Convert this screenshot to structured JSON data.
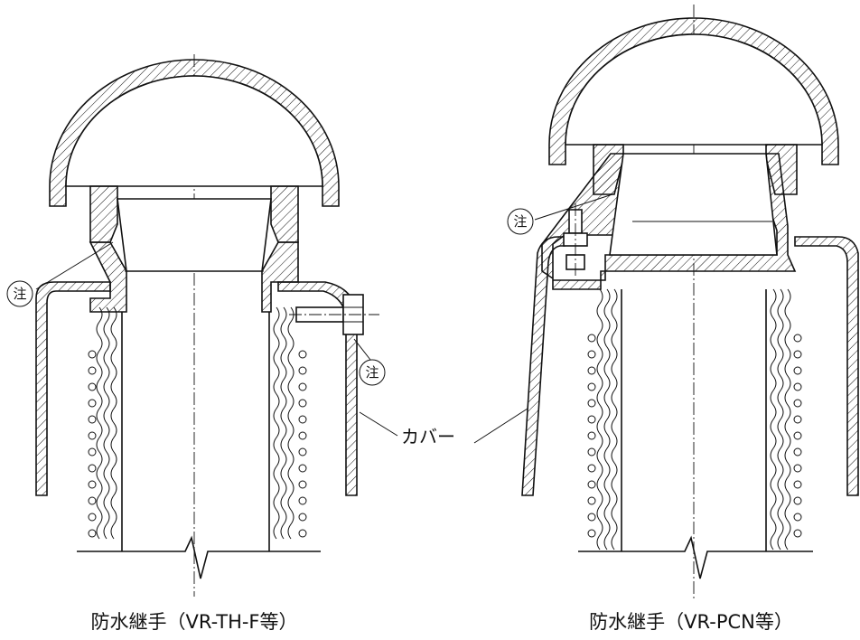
{
  "left_drawing": {
    "caption": "防水継手（VR-TH-F等）",
    "note_upper": "注",
    "note_lower": "注"
  },
  "right_drawing": {
    "caption": "防水継手（VR-PCN等）",
    "note": "注"
  },
  "shared": {
    "cover_label": "カバー"
  }
}
